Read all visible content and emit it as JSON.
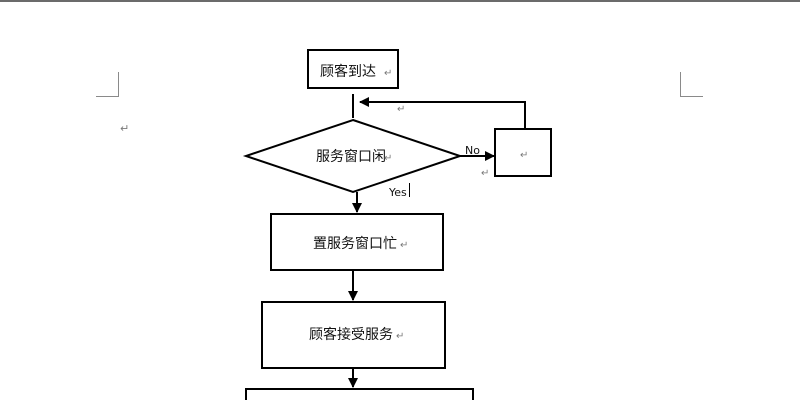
{
  "nodes": {
    "arrive": "顾客到达",
    "window_idle": "服务窗口闲",
    "set_busy": "置服务窗口忙",
    "receive_service": "顾客接受服务",
    "wait_box": ""
  },
  "edges": {
    "no_label": "No",
    "yes_label": "Yes"
  },
  "paragraph_mark": "↵"
}
